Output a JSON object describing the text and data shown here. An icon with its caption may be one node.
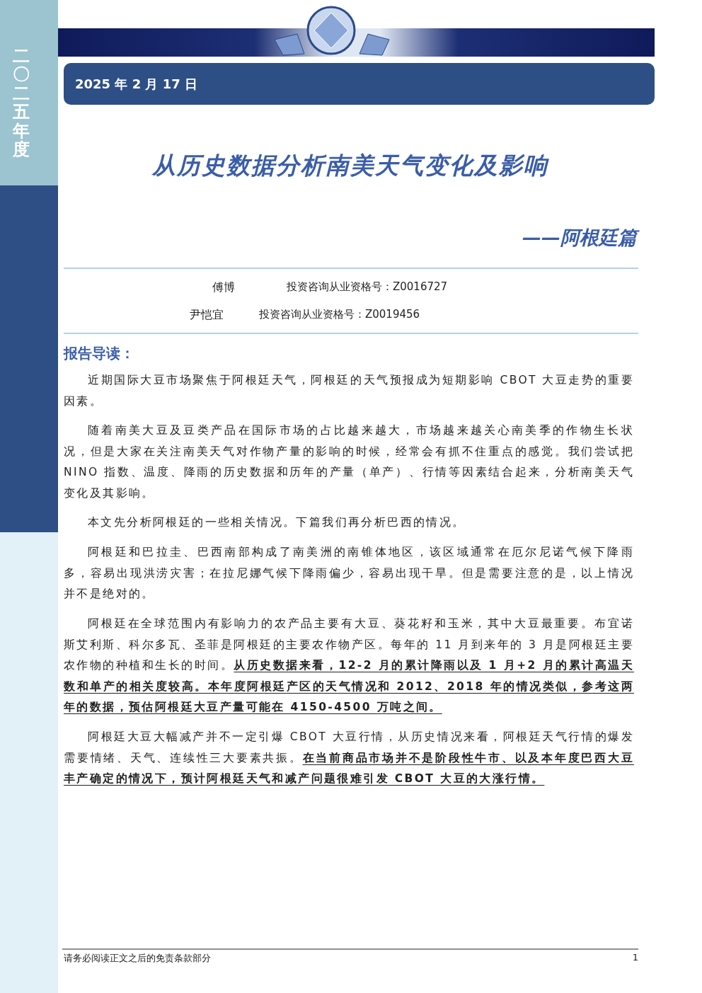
{
  "diagram": {
    "title": "从历史数据分析南美天气变化及影响",
    "nodes": [
      {
        "text": [
          "2025 年 2 月 17 日"
        ]
      }
    ],
    "edges": [],
    "labels": [
      "二〇二五年度",
      "——阿根廷篇",
      "傅博",
      "投资咨询从业资格号：Z0016727",
      "尹恺宜",
      "投资咨询从业资格号：Z0019456",
      "报告导读：",
      "近期国际大豆市场聚焦于阿根廷天气，阿根廷的天气预报成为短期影响 CBOT 大豆走势的重要因素。",
      "随着南美大豆及豆类产品在国际市场的占比越来越大，市场越来越关心南美季的作物生长状况，但是大家在关注南美天气对作物产量的影响的时候，经常会有抓不住重点的感觉。我们尝试把 NINO 指数、温度、降雨的历史数据和历年的产量（单产）、行情等因素结合起来，分析南美天气变化及其影响。",
      "本文先分析阿根廷的一些相关情况。下篇我们再分析巴西的情况。",
      "阿根廷和巴拉圭、巴西南部构成了南美洲的南锥体地区，该区域通常在厄尔尼诺气候下降雨多，容易出现洪涝灾害；在拉尼娜气候下降雨偏少，容易出现干旱。但是需要注意的是，以上情况并不是绝对的。",
      "阿根廷在全球范围内有影响力的农产品主要有大豆、葵花籽和玉米，其中大豆最重要。布宜诺斯艾利斯、科尔多瓦、圣菲是阿根廷的主要农作物产区。每年的 11 月到来年的 3 月是阿根廷主要农作物的种植和生长的时间。**从历史数据来看，12-2 月的累计降雨以及 1 月+2 月的累计高温天数和单产的相关度较高。本年度阿根廷产区的天气情况和 2012、2018 年的情况类似，参考这两年的数据，预估阿根廷大豆产量可能在 4150-4500 万吨之间。**",
      "阿根廷大豆大幅减产并不一定引爆 CBOT 大豆行情，从历史情况来看，阿根廷天气行情的爆发需要情绪、天气、连续性三大要素共振。**在当前商品市场并不是阶段性牛市、以及本年度巴西大豆丰产确定的情况下，预计阿根廷天气和减产问题很难引发 CBOT 大豆的大涨行情。**",
      "请务必阅读正文之后的免责条款部分",
      "1"
    ]
  }
}
